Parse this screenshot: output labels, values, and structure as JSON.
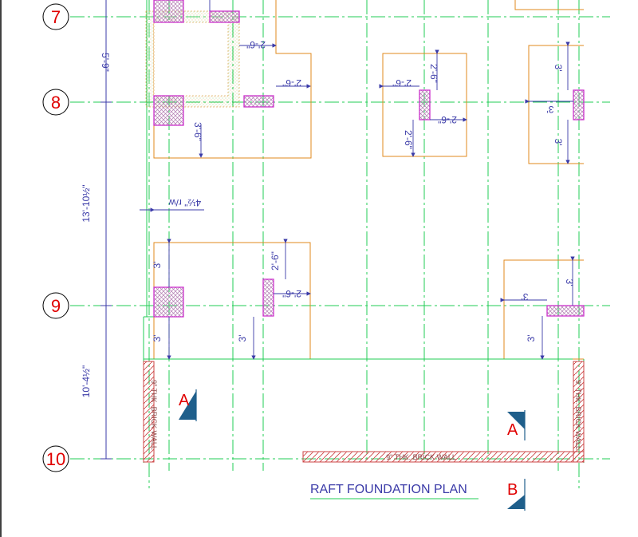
{
  "grid_labels": [
    "7",
    "8",
    "9",
    "10"
  ],
  "title": "RAFT FOUNDATION PLAN",
  "section_labels": {
    "a_left": "A",
    "a_right": "A",
    "b": "B"
  },
  "spacing_dims": {
    "d_7_8": "5'-9\"",
    "d_8_9": "13'-10½\"",
    "d_9_10": "10'-4½\""
  },
  "wall_notes": {
    "bottom": "9\" THK. BRICK WALL",
    "left": "9\" THK. BRICK WALL",
    "right": "9\" THK. BRICK WALL",
    "rw": "4½\" r/w"
  },
  "dims": {
    "a": "2'-6\"",
    "b": "2'-6\"",
    "c": "3'-6\"",
    "d": "2'-6\"",
    "e": "2'-6\"",
    "f": "2'-6\"",
    "g": "2'-6\"",
    "h": "3'",
    "i": "3'",
    "j": "3'",
    "k": "3'",
    "l": "2'-6\"",
    "m": "2'-6\"",
    "n": "3'",
    "o": "3'",
    "p": "3'",
    "q": "3'",
    "r": "3'"
  },
  "colors": {
    "grid_line": "#22cc55",
    "footing": "#e08a1e",
    "column": "#cc33cc",
    "dimension": "#3b3ba8",
    "grid_label": "#e00000",
    "wall_hatch": "#cc4444"
  }
}
